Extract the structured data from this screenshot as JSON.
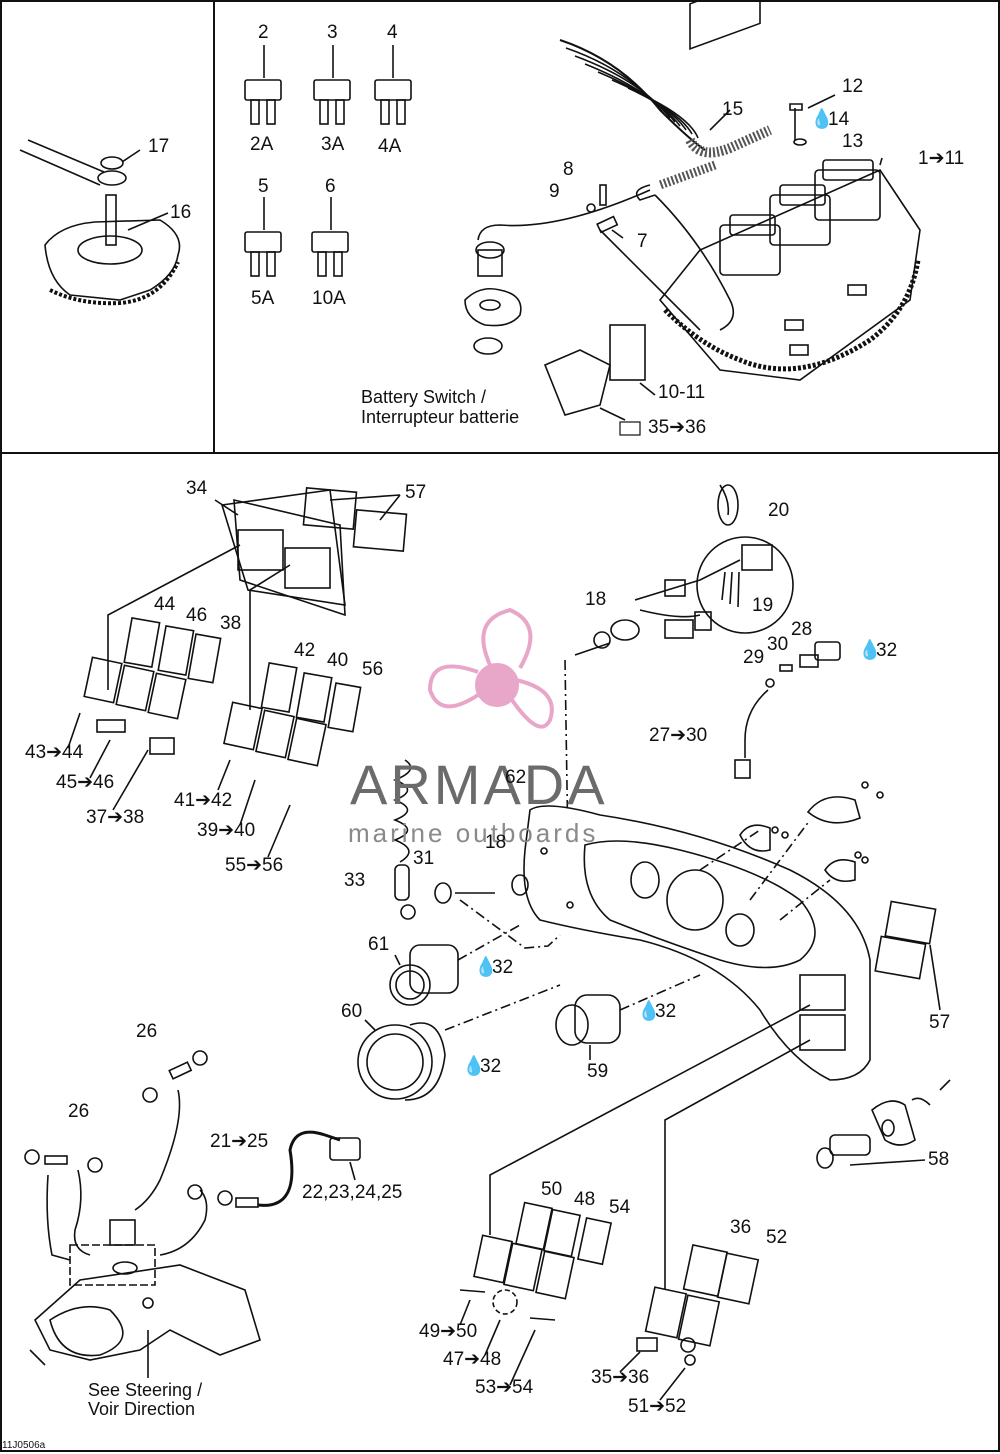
{
  "colors": {
    "line": "#111111",
    "watermark_pink": "#e8a6c9",
    "watermark_gray": "#6b6b6b"
  },
  "watermark": {
    "brand": "ARMADA",
    "tagline": "marine outboards"
  },
  "footer_code": "11J0506a",
  "labels": {
    "n2": "2",
    "n3": "3",
    "n4": "4",
    "n5": "5",
    "n6": "6",
    "f2a": "2A",
    "f3a": "3A",
    "f4a": "4A",
    "f5a": "5A",
    "f10a": "10A",
    "n17": "17",
    "n16": "16",
    "n15": "15",
    "n12": "12",
    "n14": "14",
    "n13": "13",
    "n1_11": "1➔11",
    "n8": "8",
    "n9": "9",
    "n7": "7",
    "n10_11": "10-11",
    "n35_36a": "35➔36",
    "battery_switch_en": "Battery Switch /",
    "battery_switch_fr": "Interrupteur batterie",
    "n34": "34",
    "n57a": "57",
    "n20": "20",
    "n19": "19",
    "n18a": "18",
    "n44": "44",
    "n46": "46",
    "n38": "38",
    "n42": "42",
    "n40": "40",
    "n56": "56",
    "n43_44": "43➔44",
    "n45_46": "45➔46",
    "n37_38": "37➔38",
    "n41_42": "41➔42",
    "n39_40": "39➔40",
    "n55_56": "55➔56",
    "n30": "30",
    "n28": "28",
    "n29": "29",
    "n32a": "32",
    "n27_30": "27➔30",
    "n62": "62",
    "n18b": "18",
    "n31": "31",
    "n33": "33",
    "n61": "61",
    "n32b": "32",
    "n60": "60",
    "n32c": "32",
    "n32d": "32",
    "n59": "59",
    "n57b": "57",
    "n26a": "26",
    "n26b": "26",
    "n21_25": "21➔25",
    "n22_25": "22,23,24,25",
    "n58": "58",
    "n50": "50",
    "n48": "48",
    "n54": "54",
    "n36": "36",
    "n52": "52",
    "n49_50": "49➔50",
    "n47_48": "47➔48",
    "n53_54": "53➔54",
    "n35_36b": "35➔36",
    "n51_52": "51➔52",
    "see_steering_en": "See  Steering /",
    "see_steering_fr": "Voir Direction"
  }
}
